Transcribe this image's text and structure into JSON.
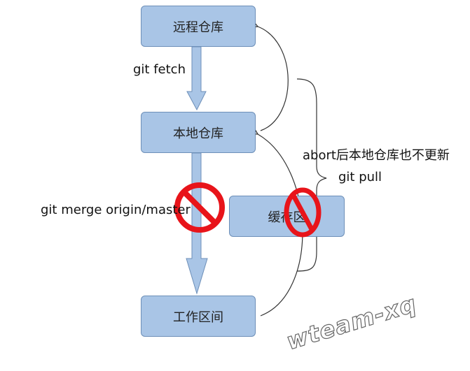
{
  "nodes": {
    "remote": "远程仓库",
    "local": "本地仓库",
    "cache": "缓存区",
    "work": "工作区间"
  },
  "labels": {
    "fetch": "git fetch",
    "merge": "git merge origin/master",
    "abort": "abort后本地仓库也不更新",
    "pull": "git pull"
  },
  "watermark": "wteam-xq",
  "colors": {
    "box_fill": "#a9c5e6",
    "box_border": "#6d8fb8",
    "arrow_fill": "#a9c5e6",
    "prohibit": "#e8141a"
  },
  "icons": [
    "prohibit-icon"
  ]
}
